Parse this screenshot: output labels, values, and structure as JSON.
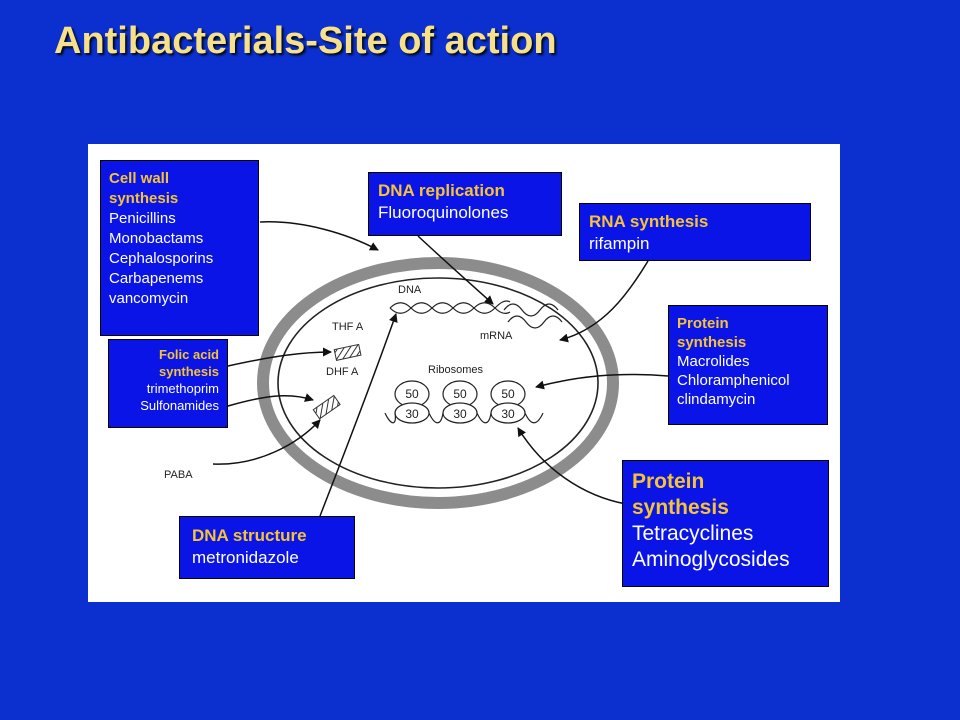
{
  "title": "Antibacterials-Site of action",
  "diagram": {
    "labels": {
      "dna": "DNA",
      "thf": "THF A",
      "dhf": "DHF A",
      "mrna": "mRNA",
      "ribosomes": "Ribosomes",
      "paba": "PABA",
      "ribosome_large": "50",
      "ribosome_small": "30"
    },
    "boxes": {
      "cell_wall": {
        "heading": "Cell wall synthesis",
        "items": [
          "Penicillins",
          "Monobactams",
          "Cephalosporins",
          "Carbapenems",
          "vancomycin"
        ]
      },
      "folic_acid": {
        "heading": "Folic acid synthesis",
        "items": [
          "trimethoprim",
          "Sulfonamides"
        ]
      },
      "dna_replication": {
        "heading": "DNA replication",
        "items": [
          "Fluoroquinolones"
        ]
      },
      "rna_synthesis": {
        "heading": "RNA synthesis",
        "items": [
          "rifampin"
        ]
      },
      "protein_synthesis_50s": {
        "heading": "Protein synthesis",
        "items": [
          "Macrolides",
          "Chloramphenicol",
          "clindamycin"
        ]
      },
      "dna_structure": {
        "heading": "DNA structure",
        "items": [
          "metronidazole"
        ]
      },
      "protein_synthesis_30s": {
        "heading": "Protein synthesis",
        "items": [
          "Tetracyclines",
          "Aminoglycosides"
        ]
      }
    }
  },
  "colors": {
    "background": "#0c30d0",
    "title": "#f7e08a",
    "box_fill": "#0a14e6",
    "box_heading": "#f5c338",
    "box_text": "#ffffff",
    "cell_wall_ring": "#8c8c8c"
  }
}
